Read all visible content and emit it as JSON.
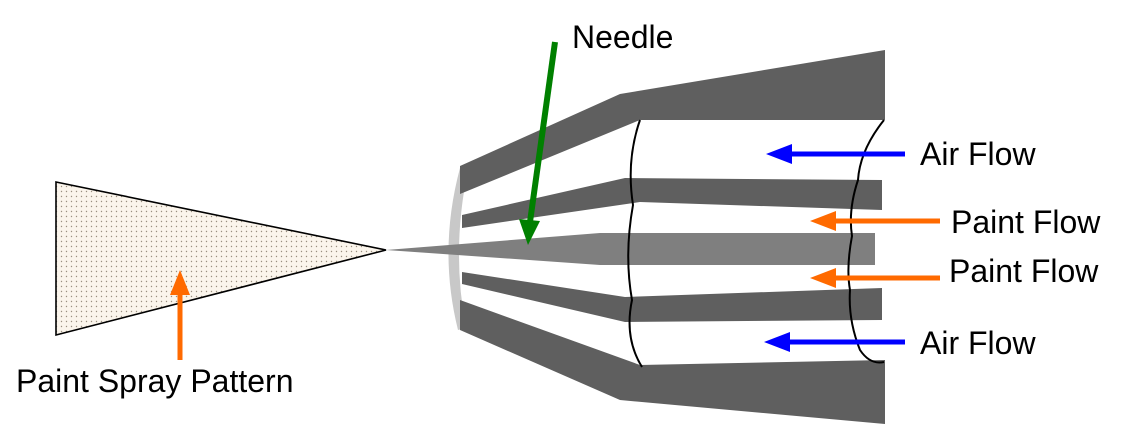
{
  "diagram": {
    "labels": {
      "needle": "Needle",
      "air_flow_top": "Air Flow",
      "paint_flow_top": "Paint Flow",
      "paint_flow_bottom": "Paint Flow",
      "air_flow_bottom": "Air Flow",
      "spray_pattern": "Paint Spray Pattern"
    },
    "colors": {
      "air_arrow": "#0000ff",
      "paint_arrow": "#ff6a00",
      "needle_arrow": "#008000",
      "body_dark": "#5f5f5f",
      "needle_body": "#7f7f7f",
      "cap_light": "#c8c8c8",
      "spray_fill": "#fbf5ec"
    }
  }
}
